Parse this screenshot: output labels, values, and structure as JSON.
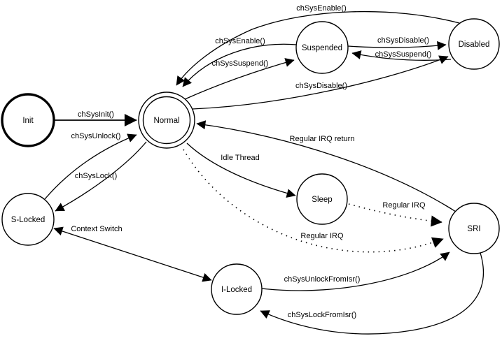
{
  "diagram": {
    "type": "state-machine",
    "background": "#ffffff",
    "line_color": "#000000",
    "nodes": [
      {
        "id": "init",
        "label": "Init",
        "shape": "bold-circle"
      },
      {
        "id": "normal",
        "label": "Normal",
        "shape": "double-circle"
      },
      {
        "id": "suspended",
        "label": "Suspended",
        "shape": "circle"
      },
      {
        "id": "disabled",
        "label": "Disabled",
        "shape": "circle"
      },
      {
        "id": "slocked",
        "label": "S-Locked",
        "shape": "circle"
      },
      {
        "id": "sleep",
        "label": "Sleep",
        "shape": "circle"
      },
      {
        "id": "sri",
        "label": "SRI",
        "shape": "circle"
      },
      {
        "id": "ilocked",
        "label": "I-Locked",
        "shape": "circle"
      }
    ],
    "edges": [
      {
        "from": "Init",
        "to": "Normal",
        "label": "chSysInit()",
        "style": "solid",
        "bidirectional": false
      },
      {
        "from": "S-Locked",
        "to": "Normal",
        "label": "chSysUnlock()",
        "style": "solid",
        "bidirectional": false
      },
      {
        "from": "Normal",
        "to": "S-Locked",
        "label": "chSysLock()",
        "style": "solid",
        "bidirectional": false
      },
      {
        "from": "Suspended",
        "to": "Normal",
        "label": "chSysEnable()",
        "style": "solid",
        "bidirectional": false
      },
      {
        "from": "Normal",
        "to": "Suspended",
        "label": "chSysSuspend()",
        "style": "solid",
        "bidirectional": false
      },
      {
        "from": "Disabled",
        "to": "Normal",
        "label": "chSysEnable()",
        "style": "solid",
        "bidirectional": false
      },
      {
        "from": "Normal",
        "to": "Disabled",
        "label": "chSysDisable()",
        "style": "solid",
        "bidirectional": false
      },
      {
        "from": "Suspended",
        "to": "Disabled",
        "label": "chSysDisable()",
        "style": "solid",
        "bidirectional": false
      },
      {
        "from": "Disabled",
        "to": "Suspended",
        "label": "chSysSuspend()",
        "style": "solid",
        "bidirectional": false
      },
      {
        "from": "SRI",
        "to": "Normal",
        "label": "Regular IRQ return",
        "style": "solid",
        "bidirectional": false
      },
      {
        "from": "Normal",
        "to": "Sleep",
        "label": "Idle Thread",
        "style": "solid",
        "bidirectional": false
      },
      {
        "from": "Sleep",
        "to": "SRI",
        "label": "Regular IRQ",
        "style": "dotted",
        "bidirectional": false
      },
      {
        "from": "Normal",
        "to": "SRI",
        "label": "Regular IRQ",
        "style": "dotted",
        "bidirectional": false
      },
      {
        "from": "S-Locked",
        "to": "I-Locked",
        "label": "Context Switch",
        "style": "solid",
        "bidirectional": true
      },
      {
        "from": "I-Locked",
        "to": "SRI",
        "label": "chSysUnlockFromIsr()",
        "style": "solid",
        "bidirectional": false
      },
      {
        "from": "SRI",
        "to": "I-Locked",
        "label": "chSysLockFromIsr()",
        "style": "solid",
        "bidirectional": false
      }
    ]
  }
}
